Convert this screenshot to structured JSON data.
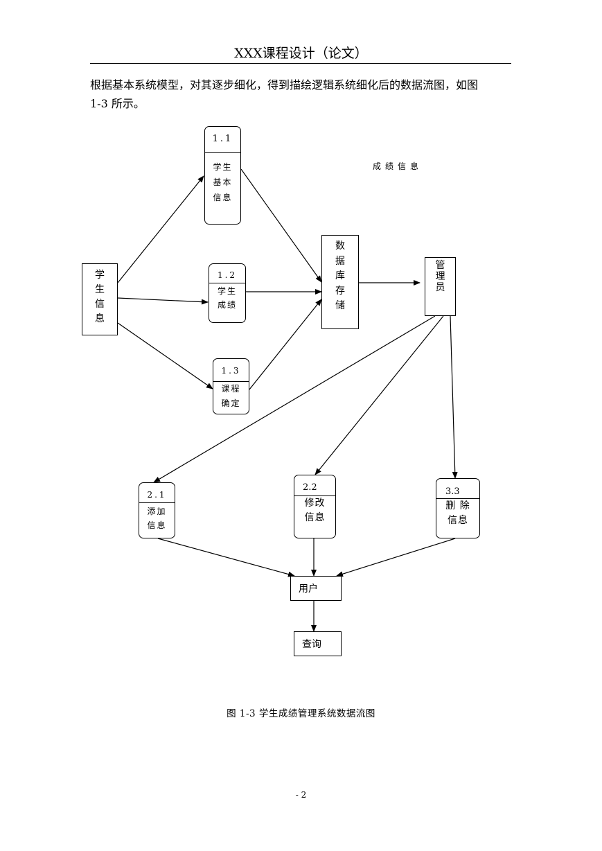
{
  "header": {
    "title": "XXX课程设计（论文）"
  },
  "intro": {
    "line1": "根据基本系统模型，对其逐步细化，得到描绘逻辑系统细化后的数据流图，如图",
    "line2": "1-3 所示。"
  },
  "diagram": {
    "student_info": "学\n生\n信\n息",
    "proc_1_1": {
      "num": "1.1",
      "label": "学生\n基本\n信息"
    },
    "proc_1_2": {
      "num": "1.2",
      "label": "学生\n成绩"
    },
    "proc_1_3": {
      "num": "1.3",
      "label": "课程\n确定"
    },
    "db_store": "数\n据\n库\n存\n储",
    "admin": "管\n理\n员",
    "grade_note": "成绩信息",
    "proc_2_1": {
      "num": "2.1",
      "label": "添加\n信息"
    },
    "proc_2_2": {
      "num": "2.2",
      "label": "修改\n信息"
    },
    "proc_3_3": {
      "num": "3.3",
      "label": "删 除\n信息"
    },
    "user": "用户",
    "query": "查询"
  },
  "caption": "图 1-3 学生成绩管理系统数据流图",
  "page_number": "- 2"
}
